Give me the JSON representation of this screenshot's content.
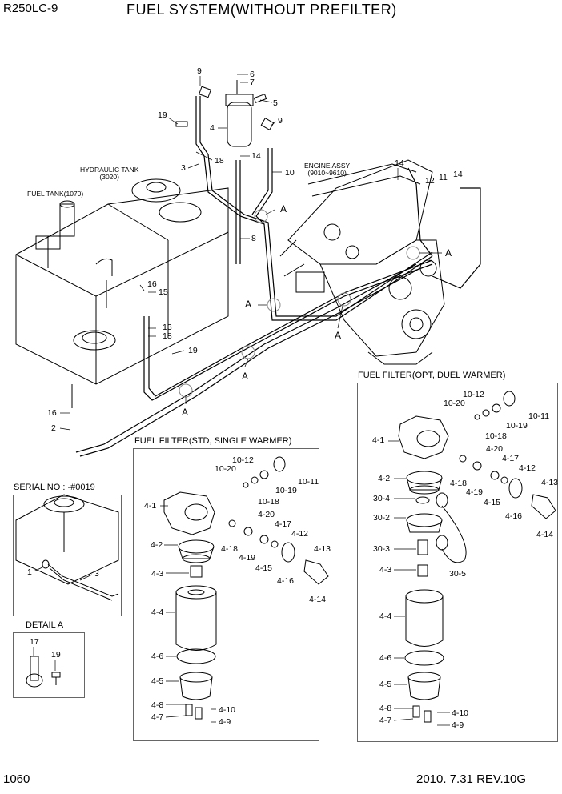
{
  "header": {
    "model": "R250LC-9",
    "title": "FUEL SYSTEM(WITHOUT PREFILTER)"
  },
  "footer": {
    "page_number": "1060",
    "revision": "2010. 7.31  REV.10G"
  },
  "main_labels": {
    "hydraulic_tank": "HYDRAULIC TANK",
    "hydraulic_tank_code": "(3020)",
    "fuel_tank": "FUEL TANK(1070)",
    "engine_assy": "ENGINE ASSY",
    "engine_assy_code": "(9010~9610)",
    "ref_a": "A"
  },
  "main_callouts": {
    "c9a": "9",
    "c6": "6",
    "c7": "7",
    "c5": "5",
    "c19a": "19",
    "c4": "4",
    "c9b": "9",
    "c18a": "18",
    "c14a": "14",
    "c3": "3",
    "c10": "10",
    "c8": "8",
    "c14b": "14",
    "c12": "12",
    "c11": "11",
    "c14c": "14",
    "c16a": "16",
    "c15": "15",
    "c13": "13",
    "c18b": "18",
    "c19b": "19",
    "c16b": "16",
    "c2": "2"
  },
  "std_filter": {
    "title": "FUEL FILTER(STD, SINGLE WARMER)",
    "labels": {
      "p10_12": "10-12",
      "p10_20": "10-20",
      "p10_11": "10-11",
      "p10_19": "10-19",
      "p10_18": "10-18",
      "p4_1": "4-1",
      "p4_20": "4-20",
      "p4_17": "4-17",
      "p4_12": "4-12",
      "p4_13": "4-13",
      "p4_2": "4-2",
      "p4_18": "4-18",
      "p4_19": "4-19",
      "p4_15": "4-15",
      "p4_16": "4-16",
      "p4_14": "4-14",
      "p4_3": "4-3",
      "p4_4": "4-4",
      "p4_6": "4-6",
      "p4_5": "4-5",
      "p4_8": "4-8",
      "p4_10": "4-10",
      "p4_7": "4-7",
      "p4_9": "4-9"
    }
  },
  "opt_filter": {
    "title": "FUEL FILTER(OPT, DUEL WARMER)",
    "labels": {
      "p10_12": "10-12",
      "p10_20": "10-20",
      "p10_11": "10-11",
      "p10_19": "10-19",
      "p10_18": "10-18",
      "p4_1": "4-1",
      "p4_20": "4-20",
      "p4_17": "4-17",
      "p4_12": "4-12",
      "p4_13": "4-13",
      "p4_2": "4-2",
      "p4_18": "4-18",
      "p4_19": "4-19",
      "p4_15": "4-15",
      "p4_16": "4-16",
      "p4_14": "4-14",
      "p30_4": "30-4",
      "p30_2": "30-2",
      "p30_3": "30-3",
      "p30_5": "30-5",
      "p4_3": "4-3",
      "p4_4": "4-4",
      "p4_6": "4-6",
      "p4_5": "4-5",
      "p4_8": "4-8",
      "p4_10": "4-10",
      "p4_7": "4-7",
      "p4_9": "4-9"
    }
  },
  "serial_box": {
    "title": "SERIAL NO : -#0019",
    "c1": "1",
    "c3": "3"
  },
  "detail_box": {
    "title": "DETAIL  A",
    "c17": "17",
    "c19": "19"
  }
}
